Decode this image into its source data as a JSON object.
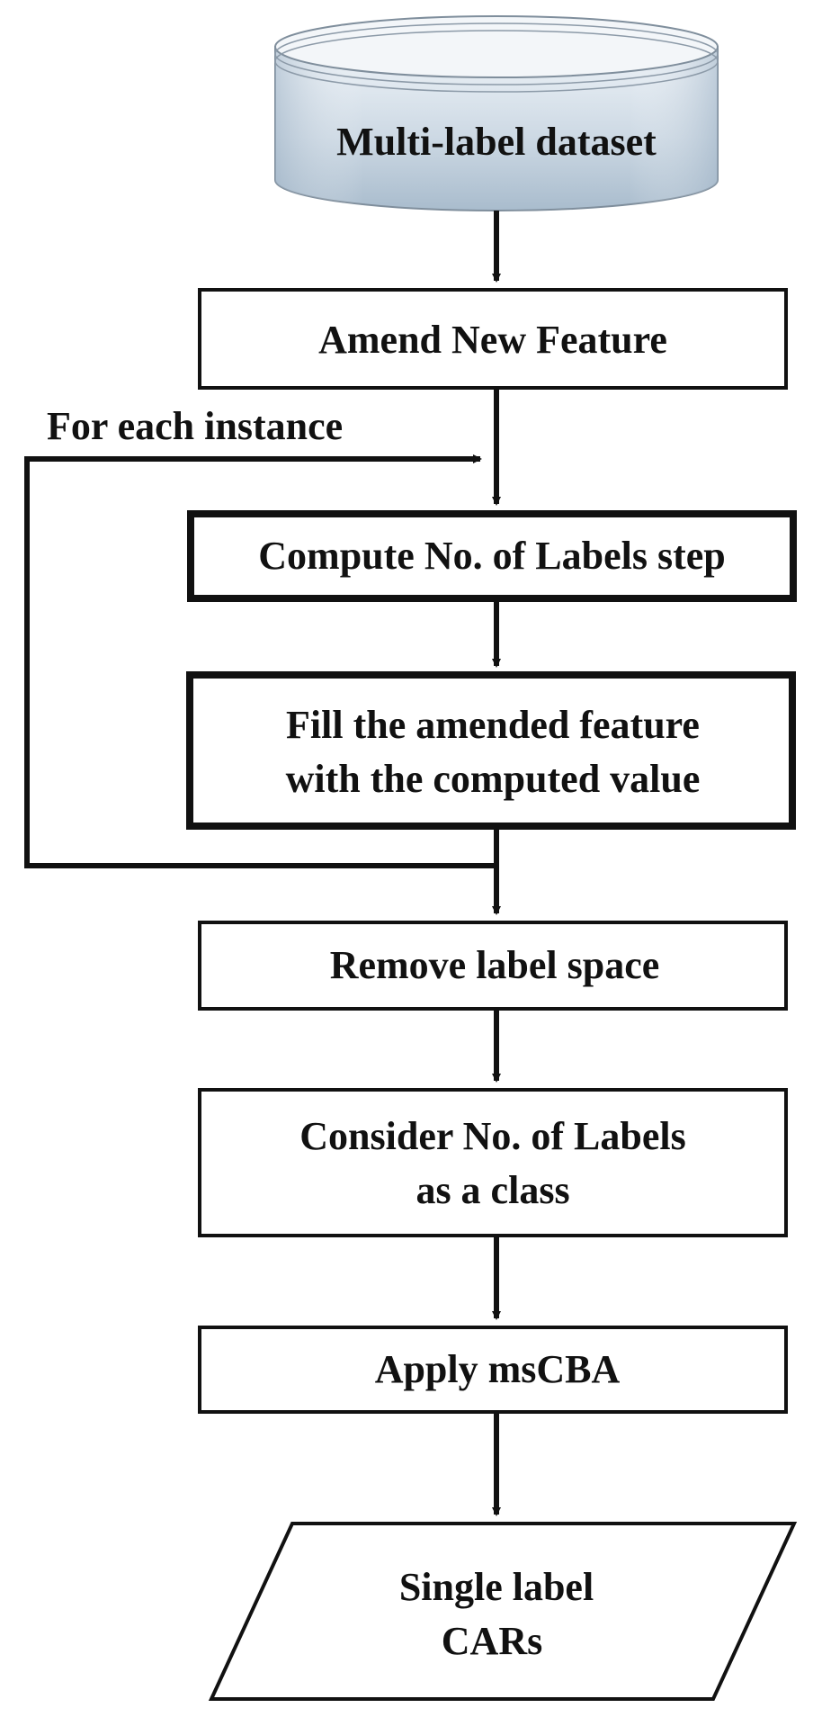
{
  "diagram": {
    "dataset": "Multi-label dataset",
    "amend": "Amend New Feature",
    "loop_label": "For each instance",
    "compute": "Compute No. of Labels step",
    "fill_line1": "Fill the amended feature",
    "fill_line2": "with the computed value",
    "remove": "Remove label space",
    "consider_line1": "Consider No. of Labels",
    "consider_line2": "as a class",
    "apply": "Apply msCBA",
    "output_line1": "Single label",
    "output_line2": "CARs"
  },
  "colors": {
    "line": "#111111",
    "cylinder_body_top": "#dde7f0",
    "cylinder_body_bottom": "#aebfcf",
    "box_fill": "#ffffff"
  }
}
